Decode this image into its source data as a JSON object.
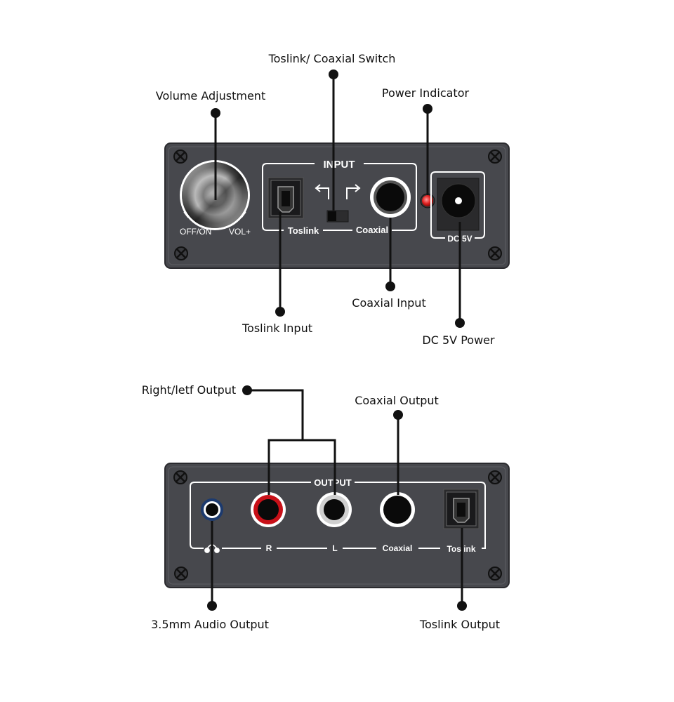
{
  "colors": {
    "panel": "#47484d",
    "panel_edge": "#2a2a2e",
    "leader": "#111111",
    "led": "#e02020",
    "rca_red": "#c81018",
    "jack_blue": "#1c3a6e"
  },
  "front_panel": {
    "section_title": "INPUT",
    "toslink_label": "Toslink",
    "coaxial_label": "Coaxial",
    "off_on_label": "OFF/ON",
    "vol_label": "VOL+",
    "dc_label": "DC 5V"
  },
  "back_panel": {
    "section_title": "OUTPUT",
    "r_label": "R",
    "l_label": "L",
    "coaxial_label": "Coaxial",
    "toslink_label": "Toslink",
    "headphone_icon": "headphone-icon"
  },
  "callouts": {
    "toslink_coaxial_switch": "Toslink/ Coaxial Switch",
    "volume_adjustment": "Volume Adjustment",
    "power_indicator": "Power Indicator",
    "toslink_input": "Toslink Input",
    "coaxial_input": "Coaxial Input",
    "dc_5v_power": "DC 5V Power",
    "right_left_output": "Right/letf Output",
    "coaxial_output": "Coaxial Output",
    "audio_output_35mm": "3.5mm Audio Output",
    "toslink_output": "Toslink Output"
  }
}
